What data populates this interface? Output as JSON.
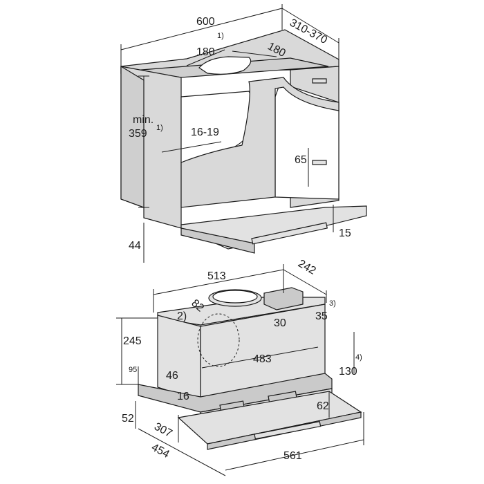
{
  "dimensions_top": {
    "width": "600",
    "depth": "310-370",
    "cutout_w": "180",
    "cutout_w_note": "1)",
    "cutout_d": "180",
    "min_label": "min.",
    "min_height": "359",
    "min_height_note": "1)",
    "side_thickness": "16-19",
    "rail_height": "65",
    "front_gap": "15",
    "front_offset": "44"
  },
  "dimensions_bottom": {
    "width": "513",
    "depth": "242",
    "duct_offset": "82",
    "duct_note": "2)",
    "duct_inset": "30",
    "side_inset": "35",
    "side_inset_note": "3)",
    "height": "245",
    "inner_width": "483",
    "front_gap_note": "4)",
    "front_height": "130",
    "bottom_height": "95",
    "bottom_offset": "46",
    "bottom_inset": "16",
    "panel_offset": "62",
    "base_height": "52",
    "panel_depth": "307",
    "total_depth": "454",
    "panel_width": "561"
  }
}
